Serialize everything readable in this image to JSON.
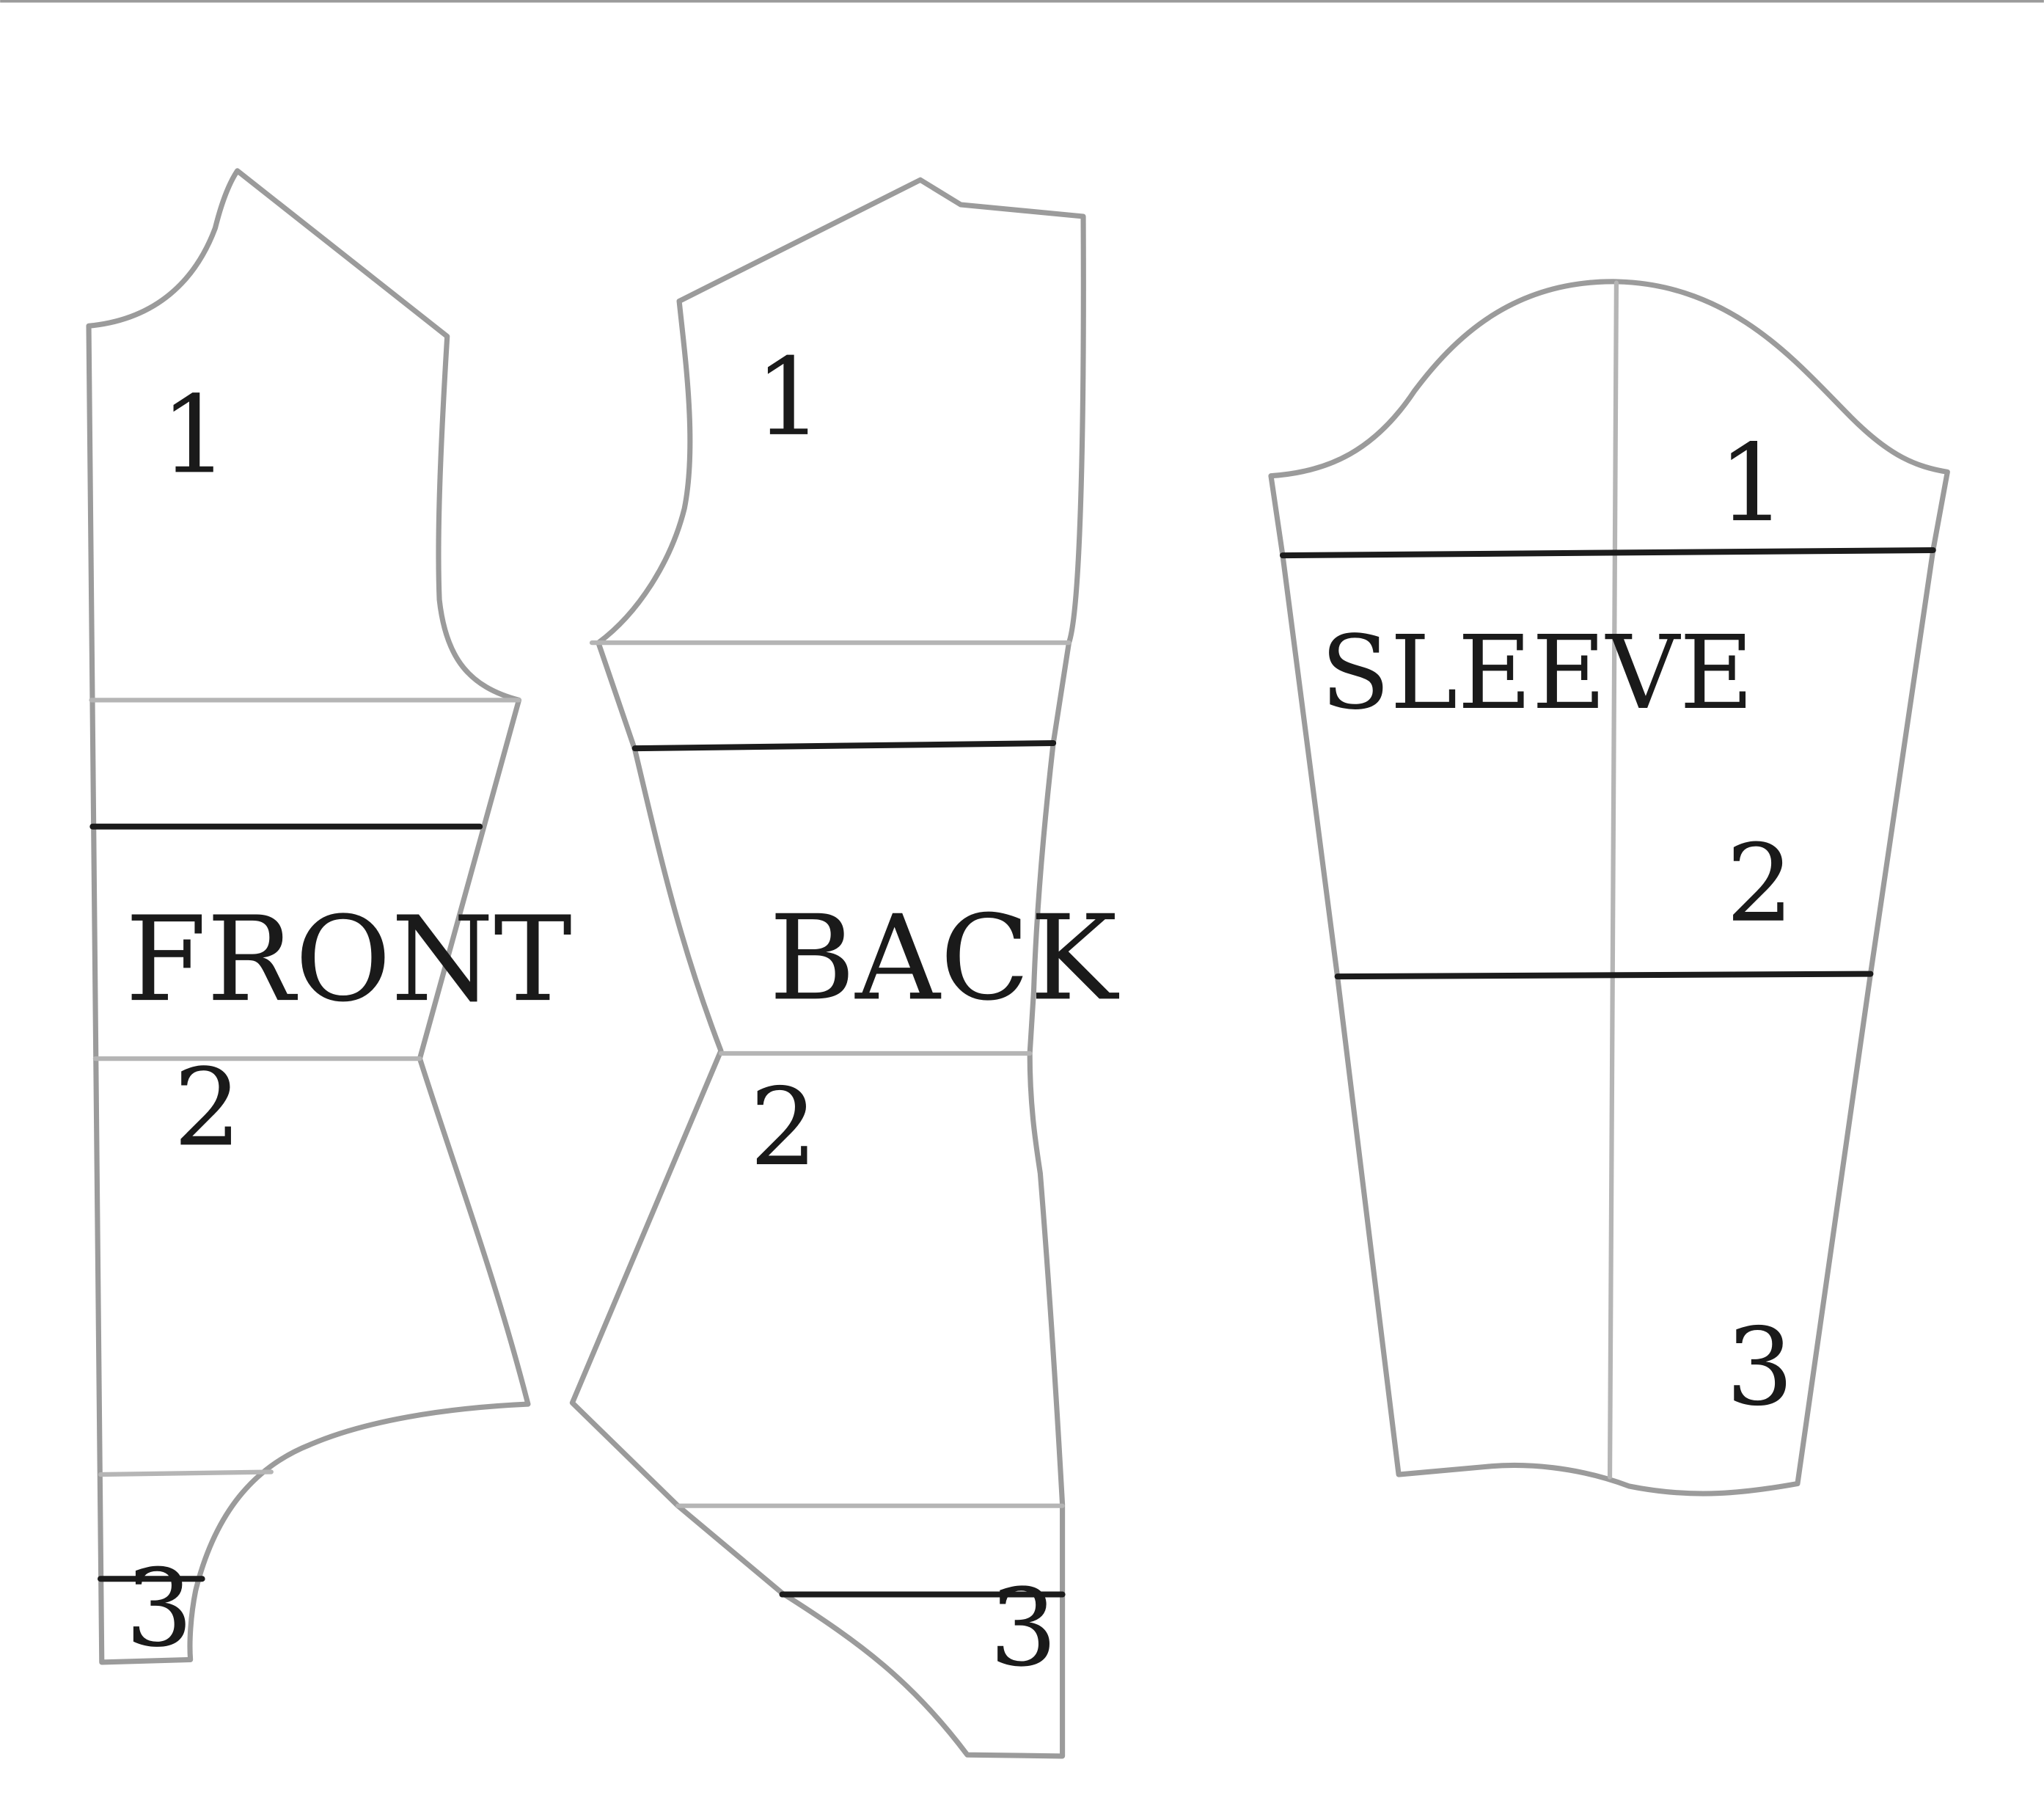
{
  "pieces": {
    "front": {
      "title": "FRONT",
      "sections": [
        "1",
        "2",
        "3"
      ]
    },
    "back": {
      "title": "BACK",
      "sections": [
        "1",
        "2",
        "3"
      ]
    },
    "sleeve": {
      "title": "SLEEVE",
      "sections": [
        "1",
        "2",
        "3"
      ]
    }
  }
}
